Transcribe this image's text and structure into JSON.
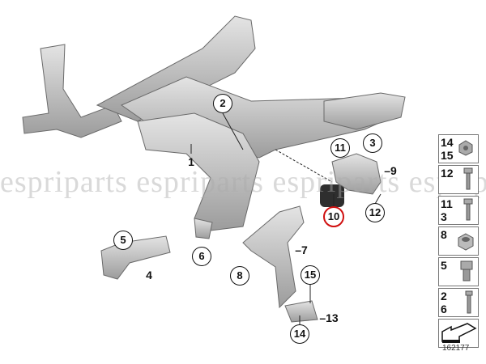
{
  "diagram": {
    "title": "Front axle support / wishbone parts diagram",
    "callouts_circled": [
      {
        "id": "2",
        "label": "2"
      },
      {
        "id": "11",
        "label": "11"
      },
      {
        "id": "3",
        "label": "3"
      },
      {
        "id": "10",
        "label": "10",
        "highlighted": true
      },
      {
        "id": "12",
        "label": "12"
      },
      {
        "id": "5",
        "label": "5"
      },
      {
        "id": "6",
        "label": "6"
      },
      {
        "id": "8",
        "label": "8"
      },
      {
        "id": "15",
        "label": "15"
      },
      {
        "id": "14",
        "label": "14"
      }
    ],
    "callouts_plain": [
      {
        "id": "1",
        "label": "1"
      },
      {
        "id": "9",
        "label": "–9"
      },
      {
        "id": "4",
        "label": "4"
      },
      {
        "id": "7",
        "label": "–7"
      },
      {
        "id": "13",
        "label": "–13"
      }
    ],
    "highlight_color": "#d01010",
    "watermark": "espriparts espriparts espriparts espriparts"
  },
  "legend": {
    "cells": [
      {
        "numbers": [
          "14",
          "15"
        ],
        "icon": "flange-nut-icon"
      },
      {
        "numbers": [
          "12"
        ],
        "icon": "flange-bolt-icon"
      },
      {
        "numbers": [
          "11",
          "3"
        ],
        "icon": "hex-bolt-icon"
      },
      {
        "numbers": [
          "8"
        ],
        "icon": "lock-nut-icon"
      },
      {
        "numbers": [
          "5"
        ],
        "icon": "short-bolt-icon"
      },
      {
        "numbers": [
          "2",
          "6"
        ],
        "icon": "long-bolt-icon"
      },
      {
        "numbers": [],
        "icon": "direction-arrow-icon"
      }
    ],
    "part_number": "162177"
  }
}
